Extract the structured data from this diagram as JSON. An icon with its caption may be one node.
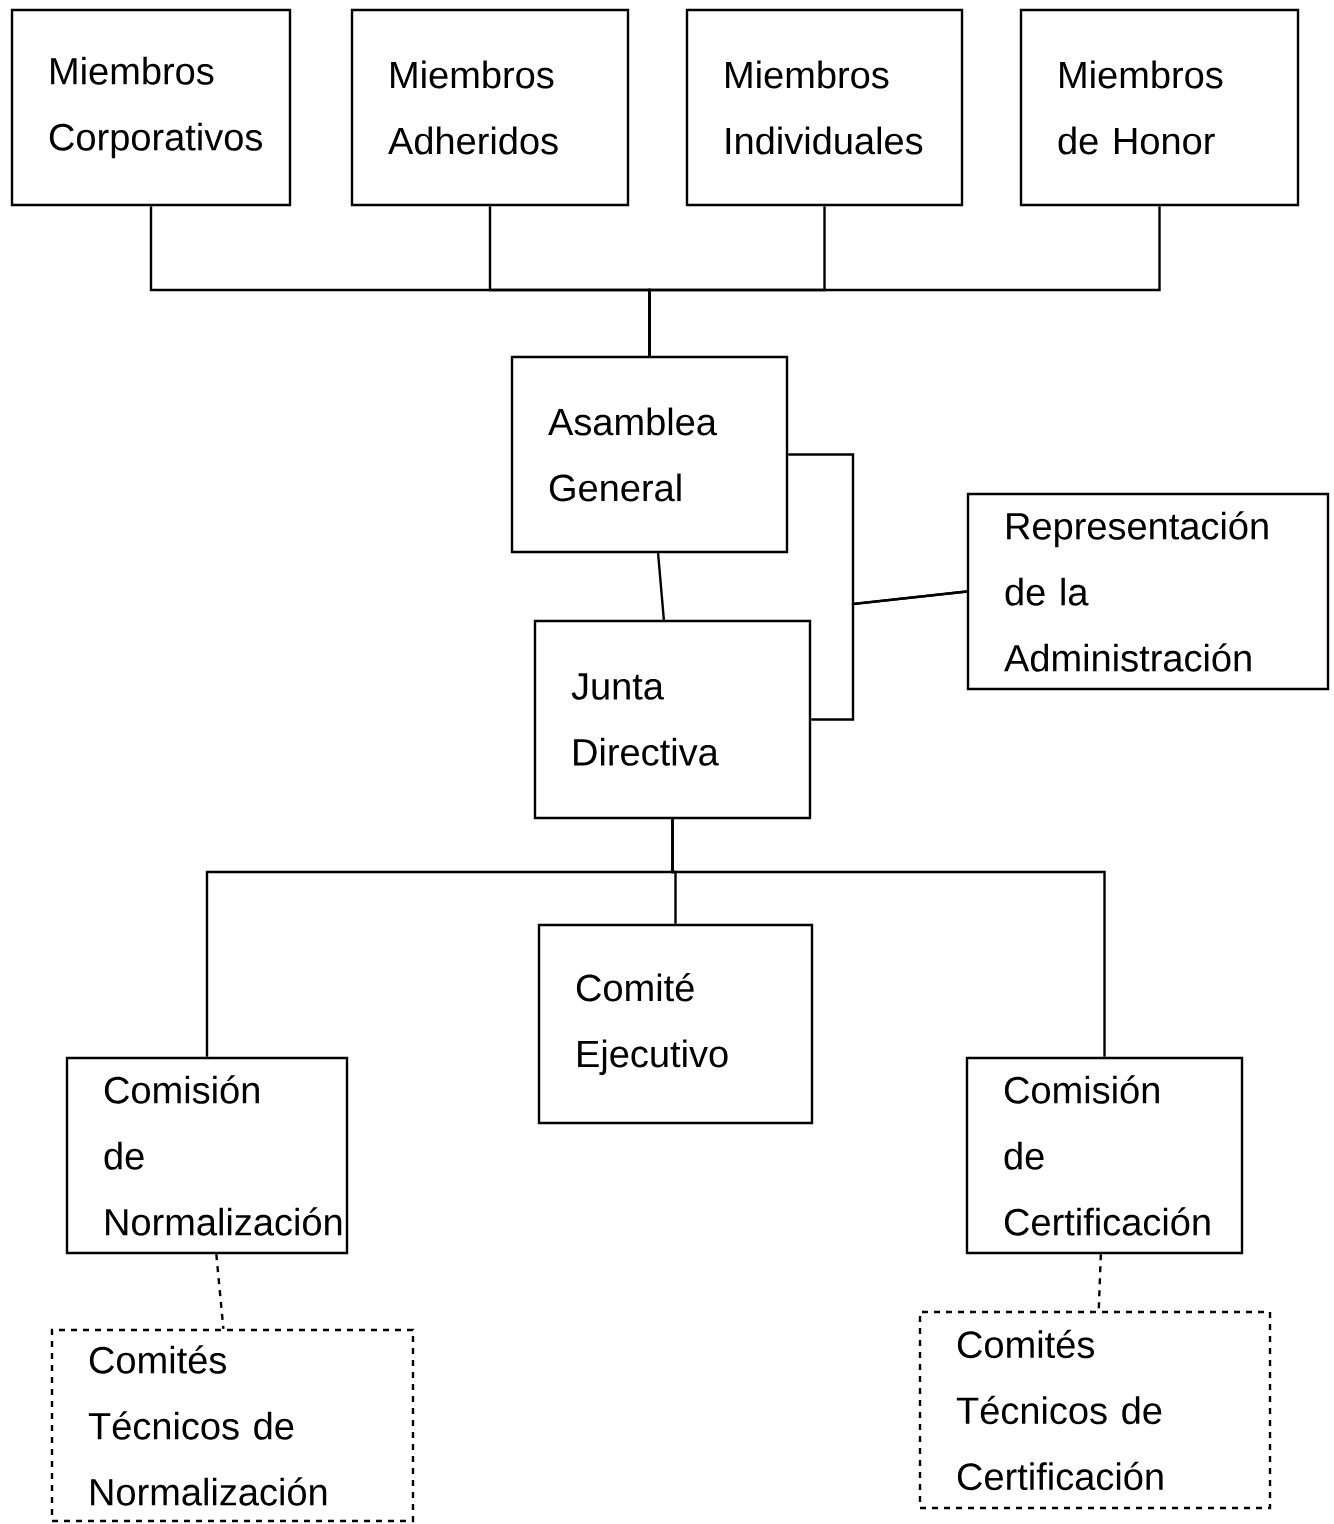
{
  "diagram": {
    "nodes": [
      {
        "text": [
          "Miembros Corporativos"
        ]
      },
      {
        "text": [
          "Miembros Adheridos"
        ]
      },
      {
        "text": [
          "Miembros Individuales"
        ]
      },
      {
        "text": [
          "Miembros de Honor"
        ]
      },
      {
        "text": [
          "Asamblea General"
        ]
      },
      {
        "text": [
          "Junta Directiva"
        ]
      },
      {
        "text": [
          "Representación de la Administración"
        ]
      },
      {
        "text": [
          "Comité Ejecutivo"
        ]
      },
      {
        "text": [
          "Comisión de Normalización"
        ]
      },
      {
        "text": [
          "Comisión de Certificación"
        ]
      },
      {
        "text": [
          "Comités Técnicos de Normalización"
        ]
      },
      {
        "text": [
          "Comités Técnicos de Certificación"
        ]
      }
    ],
    "edges": [
      {
        "from": 0,
        "to": 4,
        "arrow": "none"
      },
      {
        "from": 1,
        "to": 4,
        "arrow": "none"
      },
      {
        "from": 2,
        "to": 4,
        "arrow": "none"
      },
      {
        "from": 3,
        "to": 4,
        "arrow": "none"
      },
      {
        "from": 4,
        "to": 5,
        "arrow": "none"
      },
      {
        "from": 4,
        "to": 6,
        "arrow": "none"
      },
      {
        "from": 5,
        "to": 6,
        "arrow": "none"
      },
      {
        "from": 5,
        "to": 7,
        "arrow": "none"
      },
      {
        "from": 5,
        "to": 8,
        "arrow": "none"
      },
      {
        "from": 5,
        "to": 9,
        "arrow": "none"
      },
      {
        "from": 8,
        "to": 10,
        "arrow": "none",
        "style": "dashed"
      },
      {
        "from": 9,
        "to": 11,
        "arrow": "none",
        "style": "dashed"
      }
    ]
  }
}
